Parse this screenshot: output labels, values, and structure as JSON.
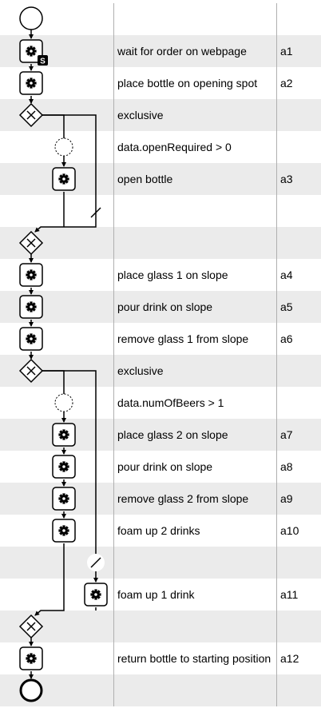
{
  "rows": [
    {
      "label": "",
      "id": ""
    },
    {
      "label": "wait for order on webpage",
      "id": "a1"
    },
    {
      "label": "place bottle on opening spot",
      "id": "a2"
    },
    {
      "label": "exclusive",
      "id": ""
    },
    {
      "label": "data.openRequired > 0",
      "id": ""
    },
    {
      "label": "open bottle",
      "id": "a3"
    },
    {
      "label": "",
      "id": ""
    },
    {
      "label": "",
      "id": ""
    },
    {
      "label": "place glass 1 on slope",
      "id": "a4"
    },
    {
      "label": "pour drink on slope",
      "id": "a5"
    },
    {
      "label": "remove glass 1 from slope",
      "id": "a6"
    },
    {
      "label": "exclusive",
      "id": ""
    },
    {
      "label": "data.numOfBeers > 1",
      "id": ""
    },
    {
      "label": "place glass 2 on slope",
      "id": "a7"
    },
    {
      "label": "pour drink on slope",
      "id": "a8"
    },
    {
      "label": "remove glass 2 from slope",
      "id": "a9"
    },
    {
      "label": "foam up 2 drinks",
      "id": "a10"
    },
    {
      "label": "",
      "id": ""
    },
    {
      "label": "foam up 1 drink",
      "id": "a11"
    },
    {
      "label": "",
      "id": ""
    },
    {
      "label": "return bottle to starting position",
      "id": "a12"
    },
    {
      "label": "",
      "id": ""
    }
  ],
  "colors": {
    "stripe": "#ebebeb",
    "stroke": "#000000",
    "column_line": "#b0b0b0",
    "background": "#ffffff"
  },
  "icons": {
    "task": "gear-icon",
    "service_marker": "S",
    "gateway": "exclusive-gateway-x",
    "start": "start-event-circle",
    "end": "end-event-circle"
  }
}
